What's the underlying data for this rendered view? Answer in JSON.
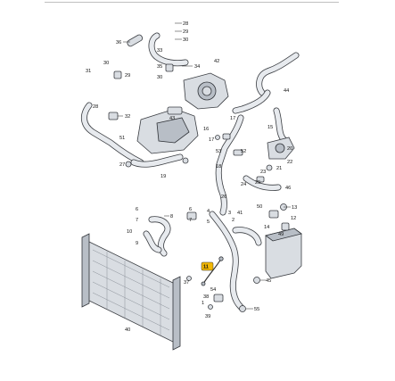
{
  "colors": {
    "highlight": "#f2b705",
    "part_fill": "#d9dde2",
    "part_dark": "#b8bec6",
    "outline": "#3a3d42"
  },
  "labels": {
    "l28a": "28",
    "l29a": "29",
    "l30a": "30",
    "l36": "36",
    "l31": "31",
    "l30b": "30",
    "l29b": "29",
    "l33": "33",
    "l35": "35",
    "l30c": "30",
    "l34": "34",
    "l42": "42",
    "l44": "44",
    "l28b": "28",
    "l32": "32",
    "l43": "43",
    "l17a": "17",
    "l51": "51",
    "l16": "16",
    "l15": "15",
    "l17b": "17",
    "l53": "53",
    "l52": "52",
    "l20": "20",
    "l22": "22",
    "l21": "21",
    "l27": "27",
    "l19": "19",
    "l18": "18",
    "l23": "23",
    "l24": "24",
    "l25": "25",
    "l46": "46",
    "l26": "26",
    "l6a": "6",
    "l7a": "7",
    "l8": "8",
    "l10": "10",
    "l9": "9",
    "l6b": "6",
    "l7b": "7",
    "l4": "4",
    "l5": "5",
    "l3": "3",
    "l2": "2",
    "l41": "41",
    "l50": "50",
    "l13": "13",
    "l12": "12",
    "l14": "14",
    "l49": "49",
    "l11": "11",
    "l37": "37",
    "l54": "54",
    "l1": "1",
    "l38": "38",
    "l39": "39",
    "l45": "45",
    "l55": "55",
    "l40": "40"
  }
}
